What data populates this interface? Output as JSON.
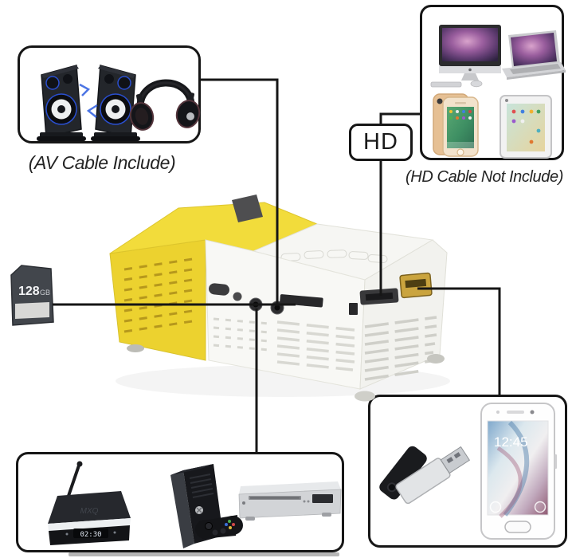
{
  "canvas": {
    "background": "#ffffff",
    "line_color": "#161616"
  },
  "boxes": {
    "av": {
      "caption": "(AV Cable Include)",
      "icons": [
        "speakers-icon",
        "headphones-icon"
      ]
    },
    "hd": {
      "caption": "(HD Cable Not Include)",
      "label": "HD",
      "icons": [
        "imac-icon",
        "macbook-icon",
        "iphone-icon",
        "ipad-icon"
      ]
    },
    "media": {
      "icons": [
        "tv-box-icon",
        "game-console-icon",
        "dvd-player-icon"
      ],
      "tv_box_brand": "MXQ",
      "tv_box_display": "02:30"
    },
    "mobile": {
      "icons": [
        "usb-drive-icon",
        "smartphone-icon"
      ],
      "phone_time": "12:45"
    }
  },
  "sd_card": {
    "capacity": "128",
    "unit": "GB"
  },
  "projector": {
    "yellow": "#f2dc3b",
    "white": "#f6f6f3",
    "usb_port_gold": "#caa43e"
  }
}
